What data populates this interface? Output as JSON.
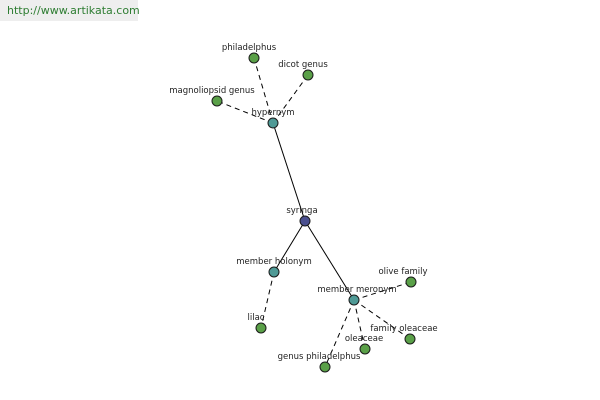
{
  "watermark": "http://www.artikata.com",
  "nodes": {
    "center": "syringa",
    "hypernym": "hypernym",
    "philadelphus": "philadelphus",
    "dicot_genus": "dicot genus",
    "magnoliopsid_genus": "magnoliopsid genus",
    "member_holonym": "member holonym",
    "lilac": "lilac",
    "member_meronym": "member meronym",
    "olive_family": "olive family",
    "family_oleaceae": "family oleaceae",
    "oleaceae": "oleaceae",
    "genus_philadelphus": "genus philadelphus"
  },
  "colors": {
    "center": "#4a4f8f",
    "relation": "#4f9a96",
    "leaf": "#5aa048",
    "watermark_text": "#2e7d32",
    "watermark_bg": "#eeeeee"
  }
}
